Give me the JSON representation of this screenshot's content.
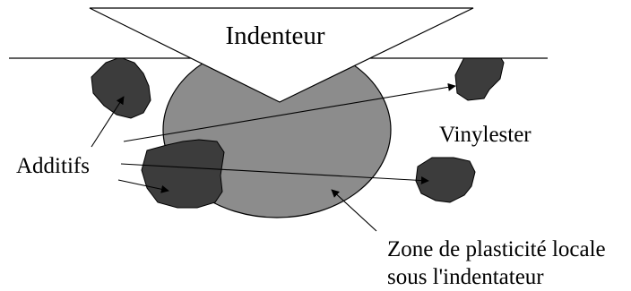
{
  "labels": {
    "indenter": "Indenteur",
    "matrix": "Vinylester",
    "additives": "Additifs",
    "zone_line1": "Zone de plasticité locale",
    "zone_line2": "sous l'indentateur"
  },
  "colors": {
    "background": "#ffffff",
    "plastic_zone": "#8c8c8c",
    "additive_particle": "#3c3c3c",
    "indenter_fill": "#ffffff",
    "stroke": "#000000"
  }
}
